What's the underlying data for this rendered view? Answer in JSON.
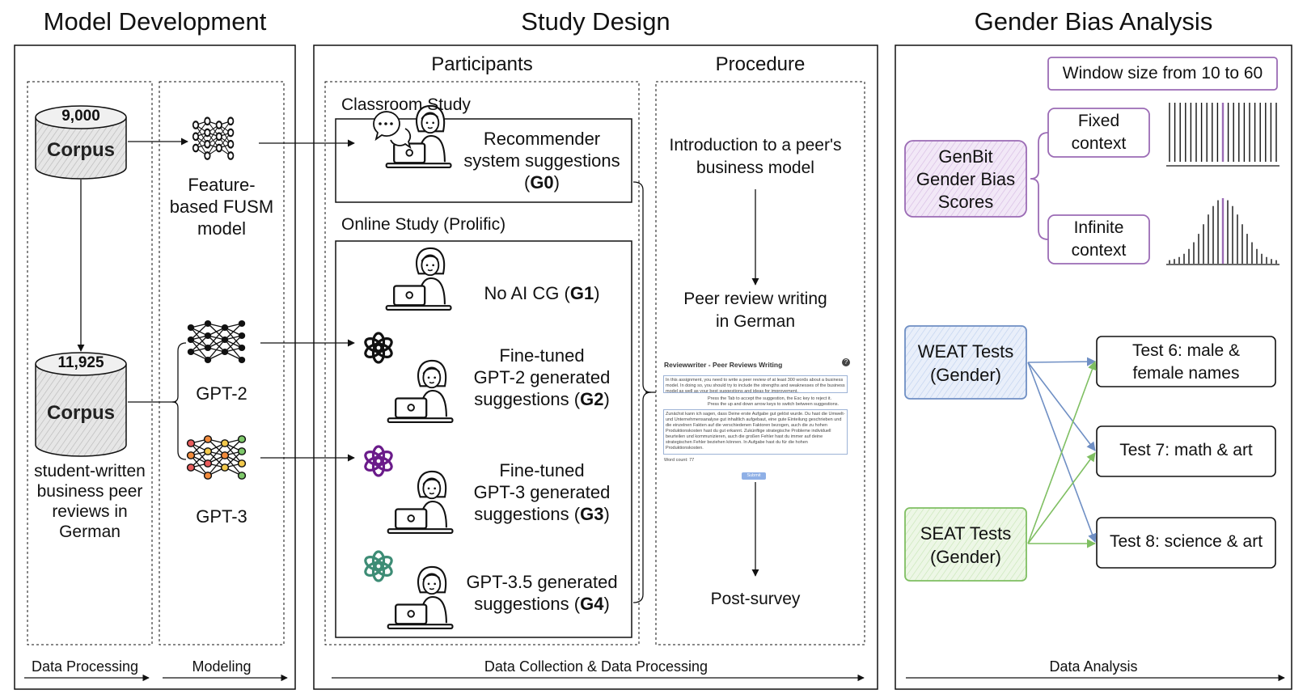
{
  "sections": {
    "model_development": "Model Development",
    "study_design": "Study Design",
    "gender_bias_analysis": "Gender Bias Analysis"
  },
  "model_dev": {
    "corpus1_count": "9,000",
    "corpus1_label": "Corpus",
    "corpus2_count": "11,925",
    "corpus2_label": "Corpus",
    "corpus_desc": [
      "student-written",
      "business peer",
      "reviews in",
      "German"
    ],
    "fusm_label": [
      "Feature-",
      "based FUSM",
      "model"
    ],
    "gpt2_label": "GPT-2",
    "gpt3_label": "GPT-3",
    "footer_data_processing": "Data Processing",
    "footer_modeling": "Modeling"
  },
  "study": {
    "participants_title": "Participants",
    "procedure_title": "Procedure",
    "classroom_title": "Classroom Study",
    "online_title": "Online Study (Prolific)",
    "g0": {
      "lines": [
        "Recommender",
        "system suggestions"
      ],
      "code": "G0"
    },
    "g1": {
      "prefix": "No AI CG (",
      "code": "G1",
      "suffix": ")"
    },
    "g2": {
      "lines": [
        "Fine-tuned",
        "GPT-2 generated"
      ],
      "prefix": "suggestions (",
      "code": "G2",
      "suffix": ")"
    },
    "g3": {
      "lines": [
        "Fine-tuned",
        "GPT-3 generated"
      ],
      "prefix": "suggestions (",
      "code": "G3",
      "suffix": ")"
    },
    "g4": {
      "lines": [
        "GPT-3.5 generated"
      ],
      "prefix": "suggestions (",
      "code": "G4",
      "suffix": ")"
    },
    "proc_intro": [
      "Introduction to a peer's",
      "business model"
    ],
    "proc_review": [
      "Peer review writing",
      "in German"
    ],
    "proc_post": "Post-survey",
    "screenshot": {
      "title": "Reviewwriter - Peer Reviews Writing",
      "help": "?",
      "instructions": "In this assignment, you need to write a peer review of at least 300 words about a business model. In doing so, you should try to include the strengths and weaknesses of the business model as well as your best suggestions and ideas for improvement.",
      "hint_1": "Press the Tab to accept the suggestion, the Esc key to reject it.",
      "hint_2": "Press the up and down arrow keys to switch between suggestions.",
      "review_text": "Zunächst kann ich sagen, dass Deine erste Aufgabe gut gelöst wurde. Du hast die Umwelt- und Unternehmensanalyse gut inhaltlich aufgebaut, eine gute Einteilung geschrieben und die einzelnen Fakten auf die verschiedenen Faktoren bezogen, auch die zu hohen Produktionskosten hast du gut erkannt. Zukünftige strategische Probleme individuell beurteilen und kommunizieren, auch die großen Fehler hast du immer auf deine strategischen Fehler beziehen können. In Aufgabe hast du für die hohen Produktionskosten.",
      "word_count": "Word count: 77",
      "submit": "Submit"
    },
    "footer": "Data Collection & Data Processing"
  },
  "analysis": {
    "window": "Window size from 10 to 60",
    "genbit": [
      "GenBit",
      "Gender Bias",
      "Scores"
    ],
    "fixed": [
      "Fixed",
      "context"
    ],
    "infinite": [
      "Infinite",
      "context"
    ],
    "weat": [
      "WEAT Tests",
      "(Gender)"
    ],
    "seat": [
      "SEAT Tests",
      "(Gender)"
    ],
    "test6": [
      "Test 6: male &",
      "female names"
    ],
    "test7": "Test 7: math & art",
    "test8": "Test 8: science & art",
    "footer": "Data Analysis"
  },
  "colors": {
    "purple": "#9b6bb5",
    "purple_fill": "#ead9f2",
    "blue": "#6f8fc4",
    "blue_fill": "#dce6f6",
    "green": "#7fbf62",
    "green_fill": "#e1f1d7",
    "cylinder_fill": "#dcdcdc",
    "openai_black": "#111111",
    "openai_purple": "#6a1b8a",
    "openai_teal": "#3d8c75"
  }
}
